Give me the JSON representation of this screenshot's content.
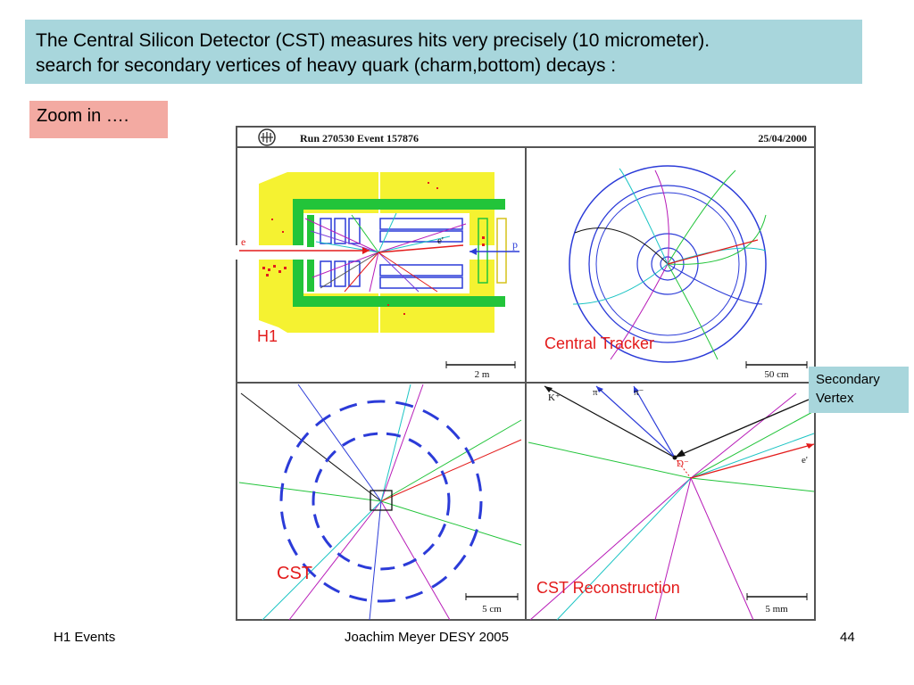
{
  "title": {
    "line1": "The Central Silicon Detector (CST) measures hits very precisely (10 micrometer).",
    "line2": "search for secondary vertices of heavy quark (charm,bottom) decays :"
  },
  "zoom_label": "Zoom in ….",
  "event": {
    "header_run": "Run 270530  Event 157876",
    "header_date": "25/04/2000",
    "panels": {
      "h1": {
        "label": "H1",
        "scale": "2 m",
        "beam_left": "e",
        "beam_right": "p",
        "scattered": "e'"
      },
      "tracker": {
        "label": "Central Tracker",
        "scale": "50 cm"
      },
      "cst": {
        "label": "CST",
        "scale": "5 cm"
      },
      "reco": {
        "label": "CST Reconstruction",
        "scale": "5 mm",
        "kaon": "K⁺",
        "pion1": "π⁻",
        "pion2": "π⁻",
        "dmeson": "D⁻",
        "electron": "e'"
      }
    }
  },
  "callout": {
    "line1": "Secondary",
    "line2": "Vertex"
  },
  "footer": {
    "left": "H1 Events",
    "center": "Joachim Meyer  DESY  2005",
    "right": "44"
  },
  "colors": {
    "title_bg": "#a8d6dc",
    "zoom_bg": "#f3aaa2",
    "label_red": "#e31b1b"
  }
}
